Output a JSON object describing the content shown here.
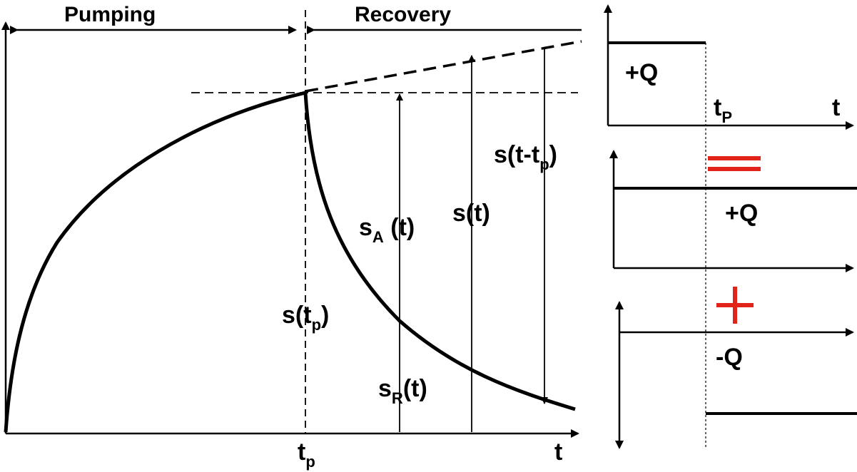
{
  "main_plot": {
    "header_left": "Pumping",
    "header_right": "Recovery",
    "x_axis_label": "t",
    "tp_label": "t",
    "tp_sub": "p",
    "s_tp_label_a": "s(t",
    "s_tp_label_sub": "p",
    "s_tp_label_b": ")",
    "sa_label_a": "s",
    "sa_label_sub": "A",
    "sa_label_b": " (t)",
    "st_label": "s(t)",
    "s_t_minus_tp_a": "s(t-t",
    "s_t_minus_tp_sub": "p",
    "s_t_minus_tp_b": ")",
    "sr_label_a": "s",
    "sr_label_sub": "R",
    "sr_label_b": "(t)"
  },
  "panel_1": {
    "rate_label": "+Q",
    "tp_label": "t",
    "tp_sub": "P",
    "t_label": "t"
  },
  "panel_2": {
    "rate_label": "+Q"
  },
  "panel_3": {
    "rate_label": "-Q"
  },
  "operators": {
    "equals_color": "#e2231a",
    "plus_color": "#e2231a"
  }
}
